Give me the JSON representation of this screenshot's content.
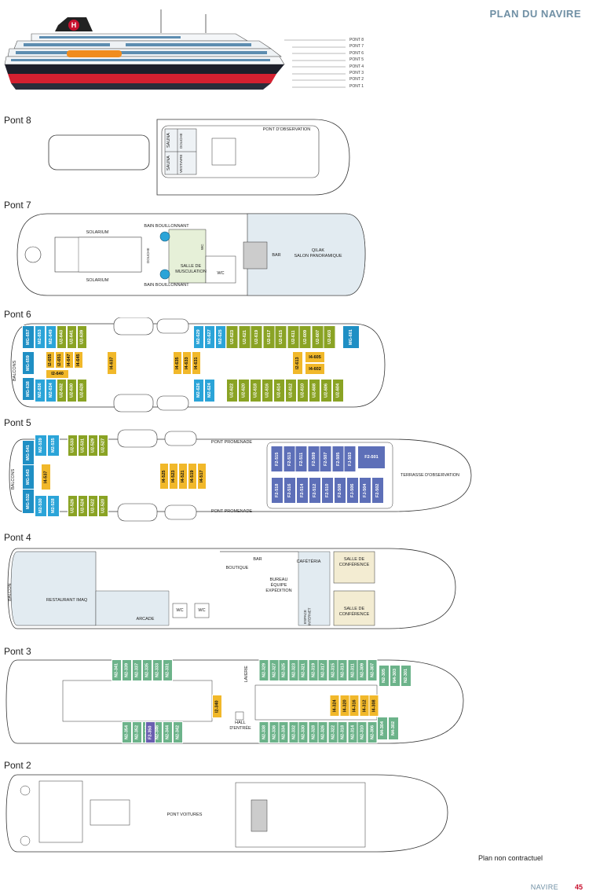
{
  "page": {
    "title": "PLAN DU NAVIRE",
    "disclaimer": "Plan non contractuel",
    "footer_section": "NAVIRE",
    "footer_page": "45"
  },
  "colors": {
    "mg_suite": "#1f8fc4",
    "m2_suite": "#2ba4d8",
    "u2_cabin": "#8aa324",
    "i_cabin": "#f1b82a",
    "f_cabin": "#5d6fb8",
    "n_cabin": "#6cb38a",
    "p_cabin": "#6a5fb0",
    "deck_fill": "#e2ebf1",
    "hull_red": "#d42030"
  },
  "ship": {
    "logo_letter": "H",
    "deck_index": [
      "PONT 8",
      "PONT 7",
      "PONT 6",
      "PONT 5",
      "PONT 4",
      "PONT 3",
      "PONT 2",
      "PONT 1"
    ]
  },
  "decks": {
    "pont8": {
      "label": "Pont 8",
      "observation": "PONT D'OBSERVATION",
      "sauna_1": "SAUNA",
      "sauna_2": "SAUNA",
      "douche": "DOUCHE",
      "vestiaire": "VESTIAIRE"
    },
    "pont7": {
      "label": "Pont 7",
      "solarium_top": "SOLARIUM",
      "solarium_bottom": "SOLARIUM",
      "bain_top": "BAIN BOUILLONNANT",
      "bain_bottom": "BAIN BOUILLONNANT",
      "douche": "DOUCHE",
      "musculation": "SALLE DE\nMUSCULATION",
      "wc_1": "WC",
      "wc_2": "WC",
      "bar": "BAR",
      "salon": "QILAK\nSALON PANORAMIQUE"
    },
    "pont6": {
      "label": "Pont 6",
      "balcons": "BALCONS",
      "suites_mg": [
        "MG-657",
        "MG-659",
        "MG-638",
        "MG-601"
      ],
      "m2_top": [
        "M2-653",
        "M2-649",
        "M2-629",
        "M2-627",
        "M2-625"
      ],
      "m2_bottom": [
        "M2-636",
        "M2-634",
        "M2-626",
        "M2-624"
      ],
      "u2_top": [
        "U2-643",
        "U2-641",
        "U2-639",
        "U2-623",
        "U2-621",
        "U2-619",
        "U2-617",
        "U2-615",
        "U2-611",
        "U2-609",
        "U2-607",
        "U2-603"
      ],
      "u2_bottom": [
        "U2-632",
        "U2-630",
        "U2-628",
        "U2-622",
        "U2-620",
        "U2-618",
        "U2-616",
        "U2-614",
        "U2-612",
        "U2-610",
        "U2-608",
        "U2-606",
        "U2-604"
      ],
      "i_cabins": [
        "I2-655",
        "I2-651",
        "I4-647",
        "I4-645",
        "I2-640",
        "I4-637",
        "I4-635",
        "I4-633",
        "I4-631",
        "I2-613",
        "I4-605",
        "I4-602"
      ]
    },
    "pont5": {
      "label": "Pont 5",
      "balcons": "BALCONS",
      "promenade_top": "PONT PROMENADE",
      "promenade_bottom": "PONT PROMENADE",
      "terrasse": "TERRASSE D'OBSERVATION",
      "suites_mg": [
        "MG-541",
        "MG-543",
        "MG-532"
      ],
      "m2_top": [
        "M2-539",
        "M2-535"
      ],
      "m2_bottom": [
        "M2-530",
        "M2-528"
      ],
      "u2_top": [
        "U2-533",
        "U2-531",
        "U2-529",
        "U2-527"
      ],
      "u2_bottom": [
        "U2-526",
        "U2-524",
        "U2-522",
        "U2-520"
      ],
      "i_cabins": [
        "I4-537",
        "I4-525",
        "I4-523",
        "I4-521",
        "I4-519",
        "I4-517"
      ],
      "f_top": [
        "F2-515",
        "F2-513",
        "F2-511",
        "F2-509",
        "F2-507",
        "F2-505",
        "FJ-503",
        "F2-501"
      ],
      "f_bottom": [
        "F2-518",
        "F2-516",
        "F2-514",
        "F2-512",
        "F2-510",
        "F2-508",
        "FJ-506",
        "FJ-504",
        "F2-502"
      ]
    },
    "pont4": {
      "label": "Pont 4",
      "balcon": "BALCON",
      "restaurant": "RESTAURANT IMAQ",
      "arcade": "ARCADE",
      "wc_1": "WC",
      "wc_2": "WC",
      "bar": "BAR",
      "boutique": "BOUTIQUE",
      "cafeteria": "CAFÉTÉRIA",
      "bureau": "BUREAU\nÉQUIPE\nEXPÉDITION",
      "espace_internet": "ESPACE\nINTERNET",
      "conference_1": "SALLE DE\nCONFÉRENCE",
      "conference_2": "SALLE DE\nCONFÉRENCE"
    },
    "pont3": {
      "label": "Pont 3",
      "laverie": "LAVERIE",
      "hall": "HALL\nD'ENTRÉE",
      "n_top": [
        "N2-341",
        "N2-339",
        "N2-337",
        "N2-335",
        "N2-333",
        "N2-331",
        "N2-329",
        "N2-327",
        "N2-325",
        "N2-323",
        "N2-321",
        "N2-319",
        "N2-317",
        "N2-315",
        "N2-313",
        "N2-311",
        "N2-309",
        "N2-307",
        "N2-305",
        "N4-303",
        "N2-301"
      ],
      "n_bottom": [
        "N2-354",
        "N2-352",
        "N2-348",
        "N2-346",
        "N2-344",
        "N2-342",
        "N2-338",
        "N2-336",
        "N2-334",
        "N2-332",
        "N2-330",
        "N2-328",
        "N2-326",
        "N2-322",
        "N2-318",
        "N2-314",
        "N2-310",
        "N2-306",
        "N4-304",
        "N4-302"
      ],
      "i_cabins": [
        "I2-340",
        "I4-324",
        "I4-320",
        "I4-316",
        "I4-312",
        "I4-308"
      ],
      "p_cabins": [
        "F2-350"
      ]
    },
    "pont2": {
      "label": "Pont 2",
      "voitures": "PONT VOITURES"
    }
  }
}
